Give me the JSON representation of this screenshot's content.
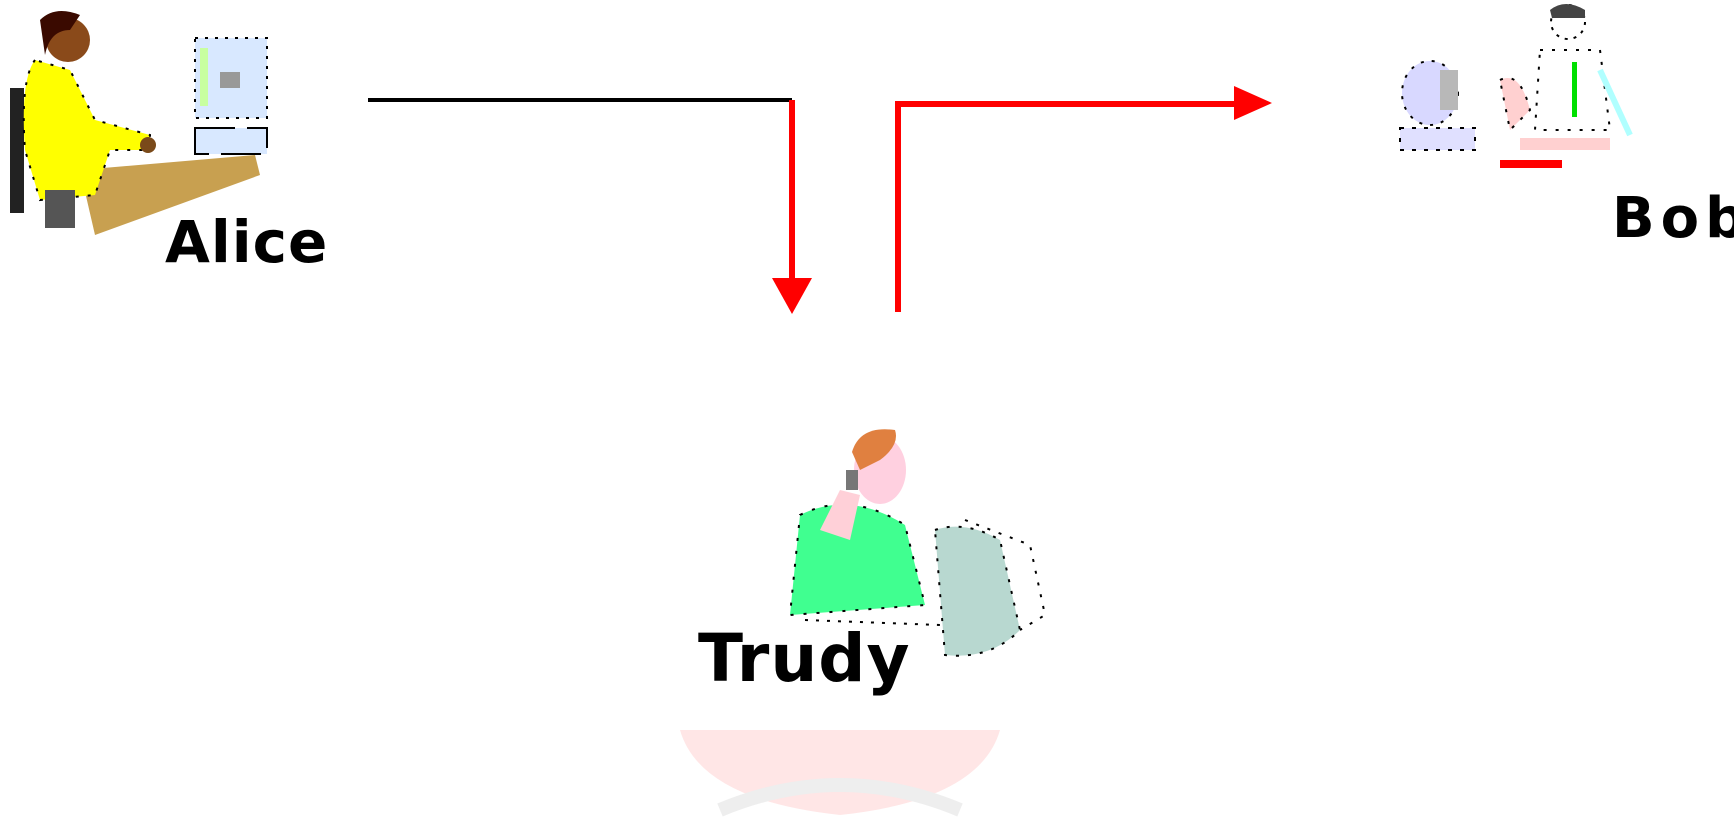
{
  "nodes": {
    "alice": {
      "label": "Alice"
    },
    "bob": {
      "label": "Bob"
    },
    "trudy": {
      "label": "Trudy"
    }
  },
  "edges": [
    {
      "from": "alice",
      "to": "trudy",
      "color": "#ff0000"
    },
    {
      "from": "trudy",
      "to": "bob",
      "color": "#ff0000"
    }
  ],
  "colors": {
    "line_black": "#000000",
    "arrow_red": "#ff0000",
    "alice_shirt": "#ffff00",
    "alice_desk": "#c8a050",
    "trudy_shirt": "#40ff90",
    "trudy_hair": "#e08040",
    "monitor": "#d8e8ff"
  },
  "icons": [
    "alice-figure-icon",
    "bob-figure-icon",
    "trudy-figure-icon"
  ]
}
